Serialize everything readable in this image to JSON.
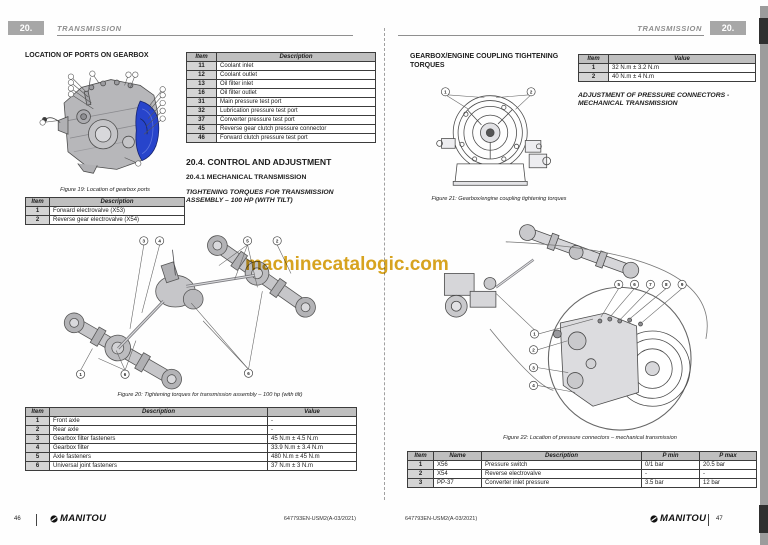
{
  "watermark": {
    "text": "machinecatalogic.com",
    "color": "#d8a41f"
  },
  "left_page": {
    "header": {
      "chapter": "20.",
      "title": "TRANSMISSION"
    },
    "section_location_title": "LOCATION OF PORTS ON GEARBOX",
    "figure19": {
      "caption": "Figure 19: Location of gearbox ports"
    },
    "ports_table": {
      "headers": [
        "Item",
        "Description"
      ],
      "rows": [
        [
          "11",
          "Coolant inlet"
        ],
        [
          "12",
          "Coolant outlet"
        ],
        [
          "13",
          "Oil filter inlet"
        ],
        [
          "16",
          "Oil filter outlet"
        ],
        [
          "31",
          "Main pressure test port"
        ],
        [
          "32",
          "Lubrication pressure test port"
        ],
        [
          "37",
          "Converter pressure test port"
        ],
        [
          "45",
          "Reverse gear clutch pressure connector"
        ],
        [
          "46",
          "Forward clutch pressure test port"
        ]
      ]
    },
    "electrovalve_table": {
      "headers": [
        "Item",
        "Description"
      ],
      "rows": [
        [
          "1",
          "Forward electrovalve (X53)"
        ],
        [
          "2",
          "Reverse gear electrovalve (X54)"
        ]
      ]
    },
    "control_heading": "20.4. CONTROL AND ADJUSTMENT",
    "mechanical_heading": "20.4.1 MECHANICAL TRANSMISSION",
    "tightening_heading": "TIGHTENING TORQUES FOR TRANSMISSION ASSEMBLY – 100 HP (WITH TILT)",
    "figure20": {
      "caption": "Figure 20: Tightening torques for transmission assembly – 100 hp (with tilt)",
      "callouts": [
        "3",
        "4",
        "5",
        "2",
        "1",
        "6",
        "6"
      ]
    },
    "torque_table": {
      "headers": [
        "Item",
        "Description",
        "Value"
      ],
      "rows": [
        [
          "1",
          "Front axle",
          "-"
        ],
        [
          "2",
          "Rear axle",
          "-"
        ],
        [
          "3",
          "Gearbox filter fasteners",
          "45 N.m ± 4.5 N.m"
        ],
        [
          "4",
          "Gearbox filter",
          "33.9 N.m ± 3.4 N.m"
        ],
        [
          "5",
          "Axle fasteners",
          "480 N.m ± 45 N.m"
        ],
        [
          "6",
          "Universal joint fasteners",
          "37 N.m ± 3 N.m"
        ]
      ]
    },
    "footer": {
      "page": "46",
      "brand": "MANITOU",
      "code": "647793EN-USM2(A-03/2021)"
    }
  },
  "right_page": {
    "header": {
      "chapter": "20.",
      "title": "TRANSMISSION"
    },
    "coupling_heading": "GEARBOX/ENGINE COUPLING TIGHTENING TORQUES",
    "coupling_table": {
      "headers": [
        "Item",
        "Value"
      ],
      "rows": [
        [
          "1",
          "32 N.m ± 3.2 N.m"
        ],
        [
          "2",
          "40 N.m ± 4 N.m"
        ]
      ]
    },
    "adjustment_heading": "ADJUSTMENT OF PRESSURE CONNECTORS - MECHANICAL TRANSMISSION",
    "figure21": {
      "caption": "Figure 21: Gearbox/engine coupling tightening torques",
      "callouts": [
        "1",
        "2"
      ]
    },
    "figure22": {
      "caption": "Figure 22: Location of pressure connectors – mechanical transmission",
      "callouts": [
        "1",
        "2",
        "3",
        "4",
        "5",
        "6",
        "7",
        "8",
        "9"
      ]
    },
    "pressure_table": {
      "headers": [
        "Item",
        "Name",
        "Description",
        "P min",
        "P max"
      ],
      "rows": [
        [
          "1",
          "X56",
          "Pressure switch",
          "0/1 bar",
          "20.5 bar"
        ],
        [
          "2",
          "X54",
          "Reverse electrovalve",
          "-",
          "-"
        ],
        [
          "3",
          "PP-37",
          "Converter inlet pressure",
          "3.5 bar",
          "12 bar"
        ]
      ]
    },
    "footer": {
      "page": "47",
      "brand": "MANITOU",
      "code": "647793EN-USM2(A-03/2021)"
    }
  }
}
